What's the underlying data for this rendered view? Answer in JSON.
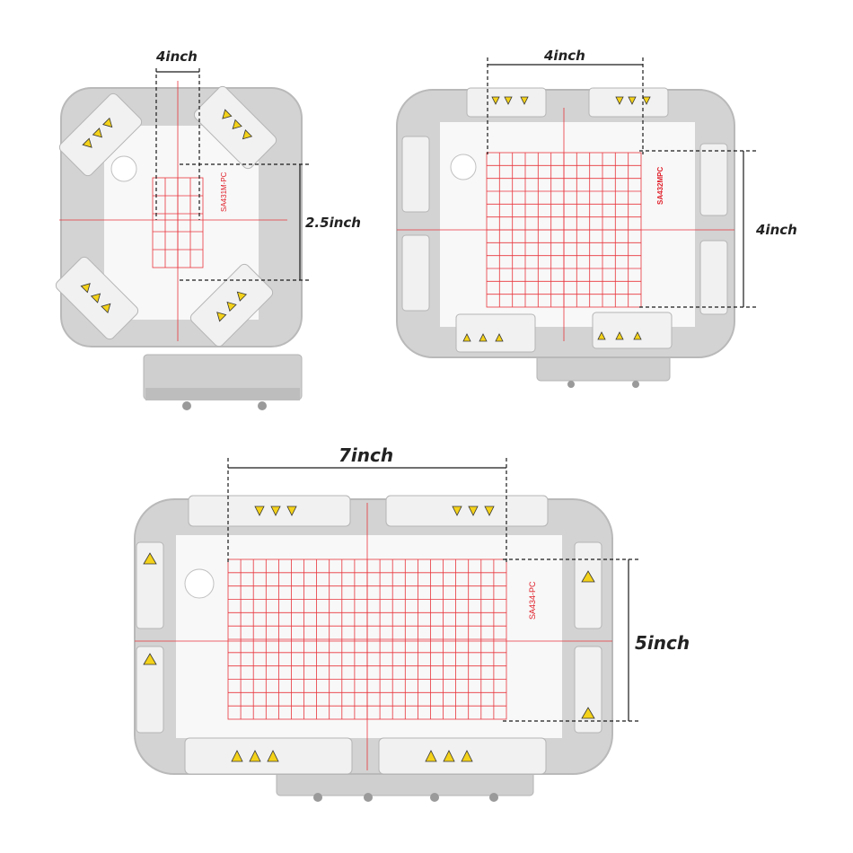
{
  "colors": {
    "frame": "#d3d3d3",
    "frame_edge": "#b9b9b9",
    "inner": "#ececec",
    "sheet": "#f8f8f8",
    "grid": "#e8353c",
    "clip": "#f1f1f1",
    "warning_yellow": "#f4d21a",
    "dim_line": "#1a1a1a"
  },
  "hoops": {
    "small": {
      "model_label": "SA431M-PC",
      "width_label": "4inch",
      "height_label": "2.5inch"
    },
    "medium": {
      "model_label": "SA432MPC",
      "width_label": "4inch",
      "height_label": "4inch"
    },
    "large": {
      "model_label": "SA434-PC",
      "width_label": "7inch",
      "height_label": "5inch"
    }
  },
  "icons": [
    "warning-triangle-icon",
    "no-hand-icon",
    "pinch-hazard-icon"
  ]
}
